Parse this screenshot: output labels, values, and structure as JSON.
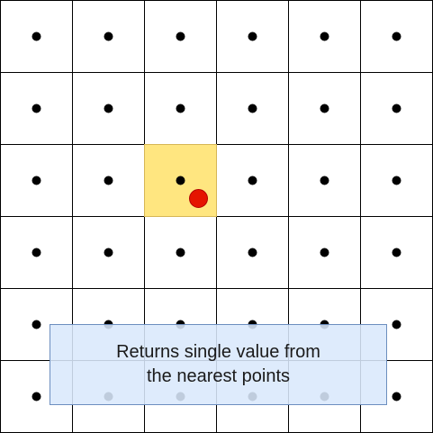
{
  "grid": {
    "rows": 6,
    "cols": 6,
    "highlight_cell": {
      "row": 2,
      "col": 2
    },
    "query_point": {
      "col": 2.75,
      "row": 2.75
    }
  },
  "colors": {
    "grid_line": "#000000",
    "cell_fill": "#ffffff",
    "highlight_fill": "#ffe680",
    "highlight_stroke": "#d6b656",
    "sample_point": "#000000",
    "query_point": "#e51400",
    "query_point_stroke": "#b20000",
    "caption_fill": "#dae8fc",
    "caption_stroke": "#6c8ebf"
  },
  "caption": {
    "line1": "Returns single value from",
    "line2": "the nearest points"
  }
}
